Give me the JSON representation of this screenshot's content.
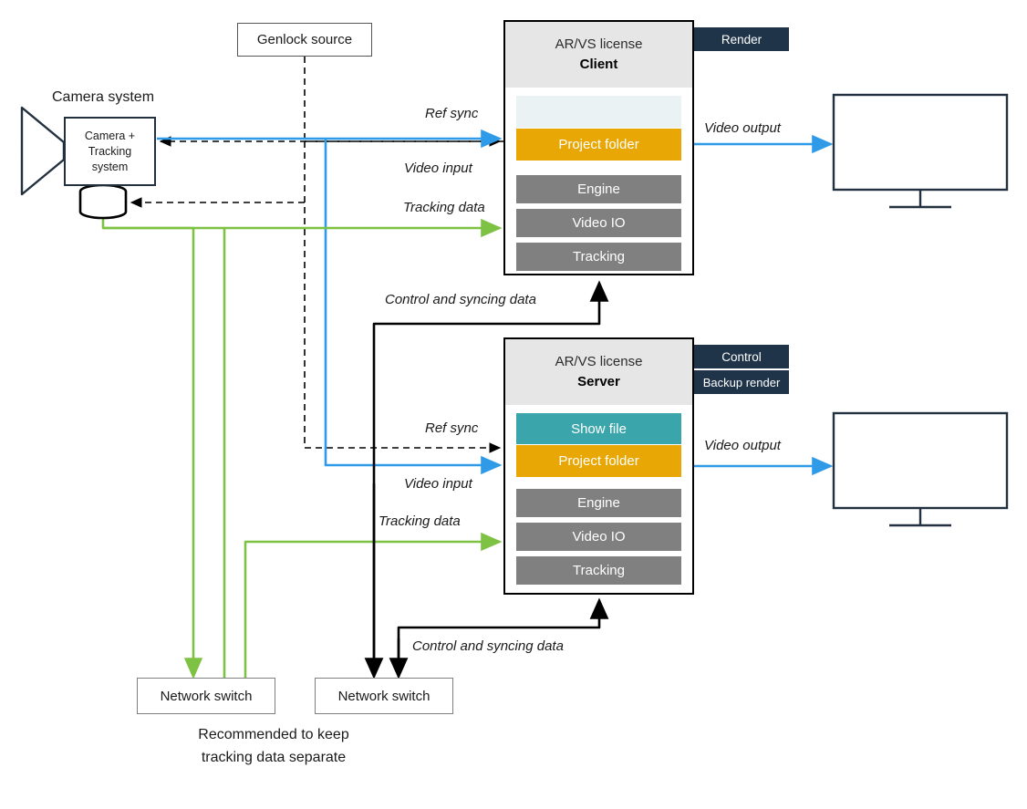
{
  "diagram": {
    "title": "AR/VS Client and Server video, sync and tracking topology",
    "colors": {
      "video": "#2F9BE8",
      "tracking": "#7DC242",
      "control": "#000000",
      "refsync": "#000000",
      "badge": "#1F3349",
      "project_folder": "#E8A704",
      "show_file": "#3AA6AB",
      "module": "#808080",
      "panel_header": "#E6E6E6",
      "monitor_outline": "#22303F"
    }
  },
  "camera": {
    "caption": "Camera system",
    "body_label": "Camera +\nTracking\nsystem",
    "body_lines": [
      "Camera +",
      "Tracking",
      "system"
    ]
  },
  "genlock": {
    "label": "Genlock source"
  },
  "client": {
    "license": "AR/VS license",
    "role": "Client",
    "rows": [
      {
        "label": "",
        "kind": "ghost"
      },
      {
        "label": "Project folder",
        "kind": "amber"
      },
      {
        "label": "Engine",
        "kind": "gray"
      },
      {
        "label": "Video IO",
        "kind": "gray"
      },
      {
        "label": "Tracking",
        "kind": "gray"
      }
    ],
    "badges": [
      "Render"
    ]
  },
  "server": {
    "license": "AR/VS license",
    "role": "Server",
    "rows": [
      {
        "label": "Show file",
        "kind": "teal"
      },
      {
        "label": "Project folder",
        "kind": "amber"
      },
      {
        "label": "Engine",
        "kind": "gray"
      },
      {
        "label": "Video IO",
        "kind": "gray"
      },
      {
        "label": "Tracking",
        "kind": "gray"
      }
    ],
    "badges": [
      "Control",
      "Backup render"
    ]
  },
  "switches": {
    "tracking_switch": "Network switch",
    "control_switch": "Network switch",
    "note_line1": "Recommended to keep",
    "note_line2": "tracking data separate"
  },
  "edge_labels": {
    "ref_sync_client": "Ref sync",
    "video_input_client": "Video input",
    "tracking_data_client": "Tracking data",
    "video_output_client": "Video output",
    "control_sync_client": "Control and syncing data",
    "ref_sync_server": "Ref sync",
    "video_input_server": "Video input",
    "tracking_data_server": "Tracking data",
    "video_output_server": "Video output",
    "control_sync_server": "Control and syncing data"
  },
  "monitors": {
    "client_display": "",
    "server_display": ""
  }
}
